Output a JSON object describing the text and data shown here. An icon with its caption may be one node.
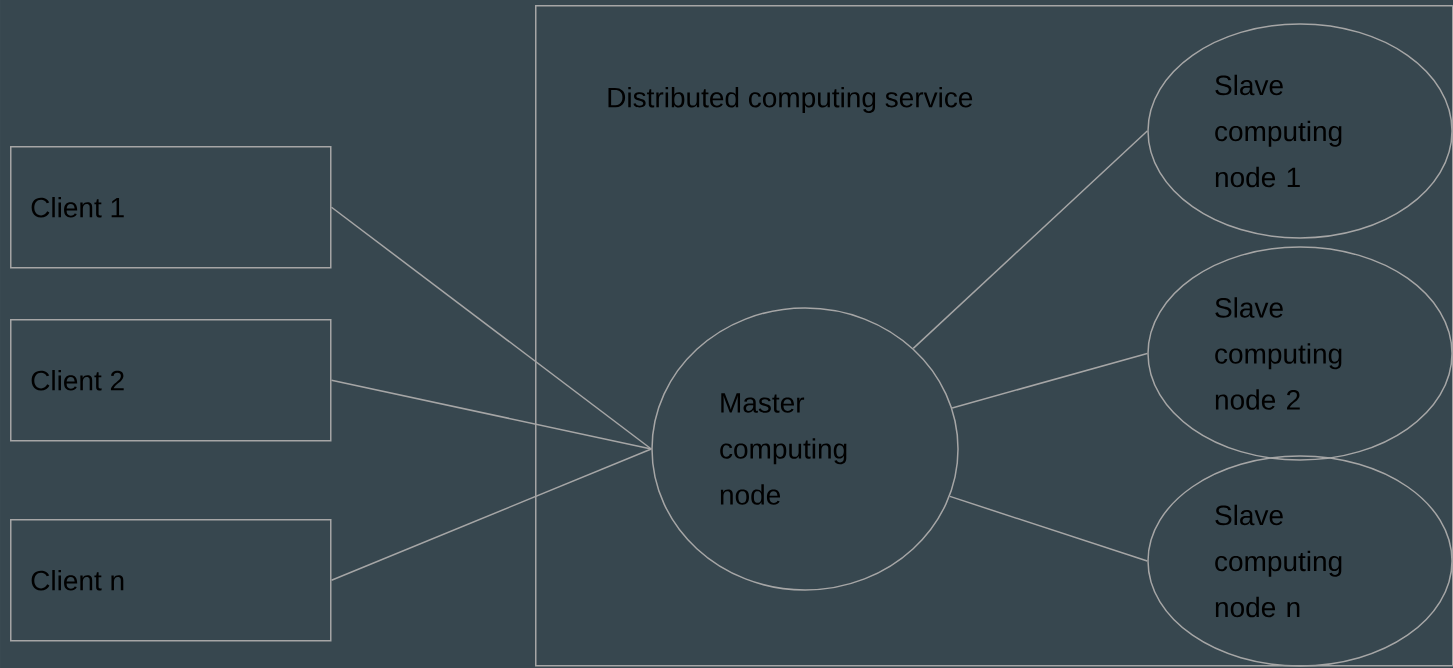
{
  "diagram": {
    "nodes": [
      {
        "text": [
          "Distributed computing service"
        ]
      },
      {
        "text": [
          "Client 1"
        ]
      },
      {
        "text": [
          "Client 2"
        ]
      },
      {
        "text": [
          "Client n"
        ]
      },
      {
        "text": [
          "Master computing node"
        ],
        "in": 0
      },
      {
        "text": [
          "Slave computing node 1"
        ],
        "in": 0
      },
      {
        "text": [
          "Slave computing node 2"
        ],
        "in": 0
      },
      {
        "text": [
          "Slave computing node n"
        ],
        "in": 0
      }
    ],
    "edges": [
      {
        "from": 1,
        "to": 4,
        "arrow": "none"
      },
      {
        "from": 2,
        "to": 4,
        "arrow": "none"
      },
      {
        "from": 3,
        "to": 4,
        "arrow": "none"
      },
      {
        "from": 4,
        "to": 5,
        "arrow": "none"
      },
      {
        "from": 4,
        "to": 6,
        "arrow": "none"
      },
      {
        "from": 4,
        "to": 7,
        "arrow": "none"
      }
    ]
  }
}
